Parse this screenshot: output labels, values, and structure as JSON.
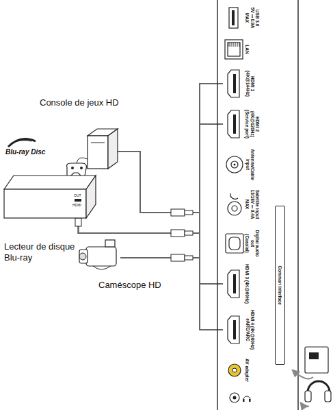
{
  "diagram": {
    "nodes": [
      {
        "text": [
          "Console de jeux HD"
        ]
      },
      {
        "text": [
          "OUT",
          "HDMI",
          "Lecteur de disque Blu-ray"
        ]
      },
      {
        "text": [
          "Caméscope HD"
        ]
      },
      {
        "text": [
          "USB 3.0",
          "5V ⎓ 0.9A MAX"
        ]
      },
      {
        "text": [
          "LAN"
        ]
      },
      {
        "text": [
          "HDMI 1 (4K@144Hz)"
        ]
      },
      {
        "text": [
          "HDMI 2 (4K@120Hz)",
          "(Service port)"
        ]
      },
      {
        "text": [
          "Antenna/Cable input"
        ]
      },
      {
        "text": [
          "Satellite input",
          "13/18V ⎓ 0.4A MAX"
        ]
      },
      {
        "text": [
          "Digital audio out",
          "(Coaxial)"
        ]
      },
      {
        "text": [
          "HDMI 3 (4K@60Hz)"
        ]
      },
      {
        "text": [
          "Common Interface"
        ]
      },
      {
        "text": [
          "HDMI 4 (4K@60Hz)",
          "eARC/ARC"
        ]
      },
      {
        "text": [
          "AV adapter"
        ]
      }
    ],
    "edges": [
      {
        "from": 0,
        "to": 5,
        "arrow": "none"
      },
      {
        "from": 0,
        "to": 6,
        "arrow": "none"
      },
      {
        "from": 0,
        "to": 10,
        "arrow": "none"
      },
      {
        "from": 0,
        "to": 12,
        "arrow": "none"
      },
      {
        "from": 1,
        "to": 5,
        "arrow": "none"
      },
      {
        "from": 1,
        "to": 6,
        "arrow": "none"
      },
      {
        "from": 1,
        "to": 10,
        "arrow": "none"
      },
      {
        "from": 1,
        "to": 12,
        "arrow": "none"
      },
      {
        "from": 2,
        "to": 5,
        "arrow": "none"
      },
      {
        "from": 2,
        "to": 6,
        "arrow": "none"
      },
      {
        "from": 2,
        "to": 10,
        "arrow": "none"
      },
      {
        "from": 2,
        "to": 12,
        "arrow": "none"
      }
    ],
    "labels": [
      "Blu-ray Disc"
    ]
  }
}
